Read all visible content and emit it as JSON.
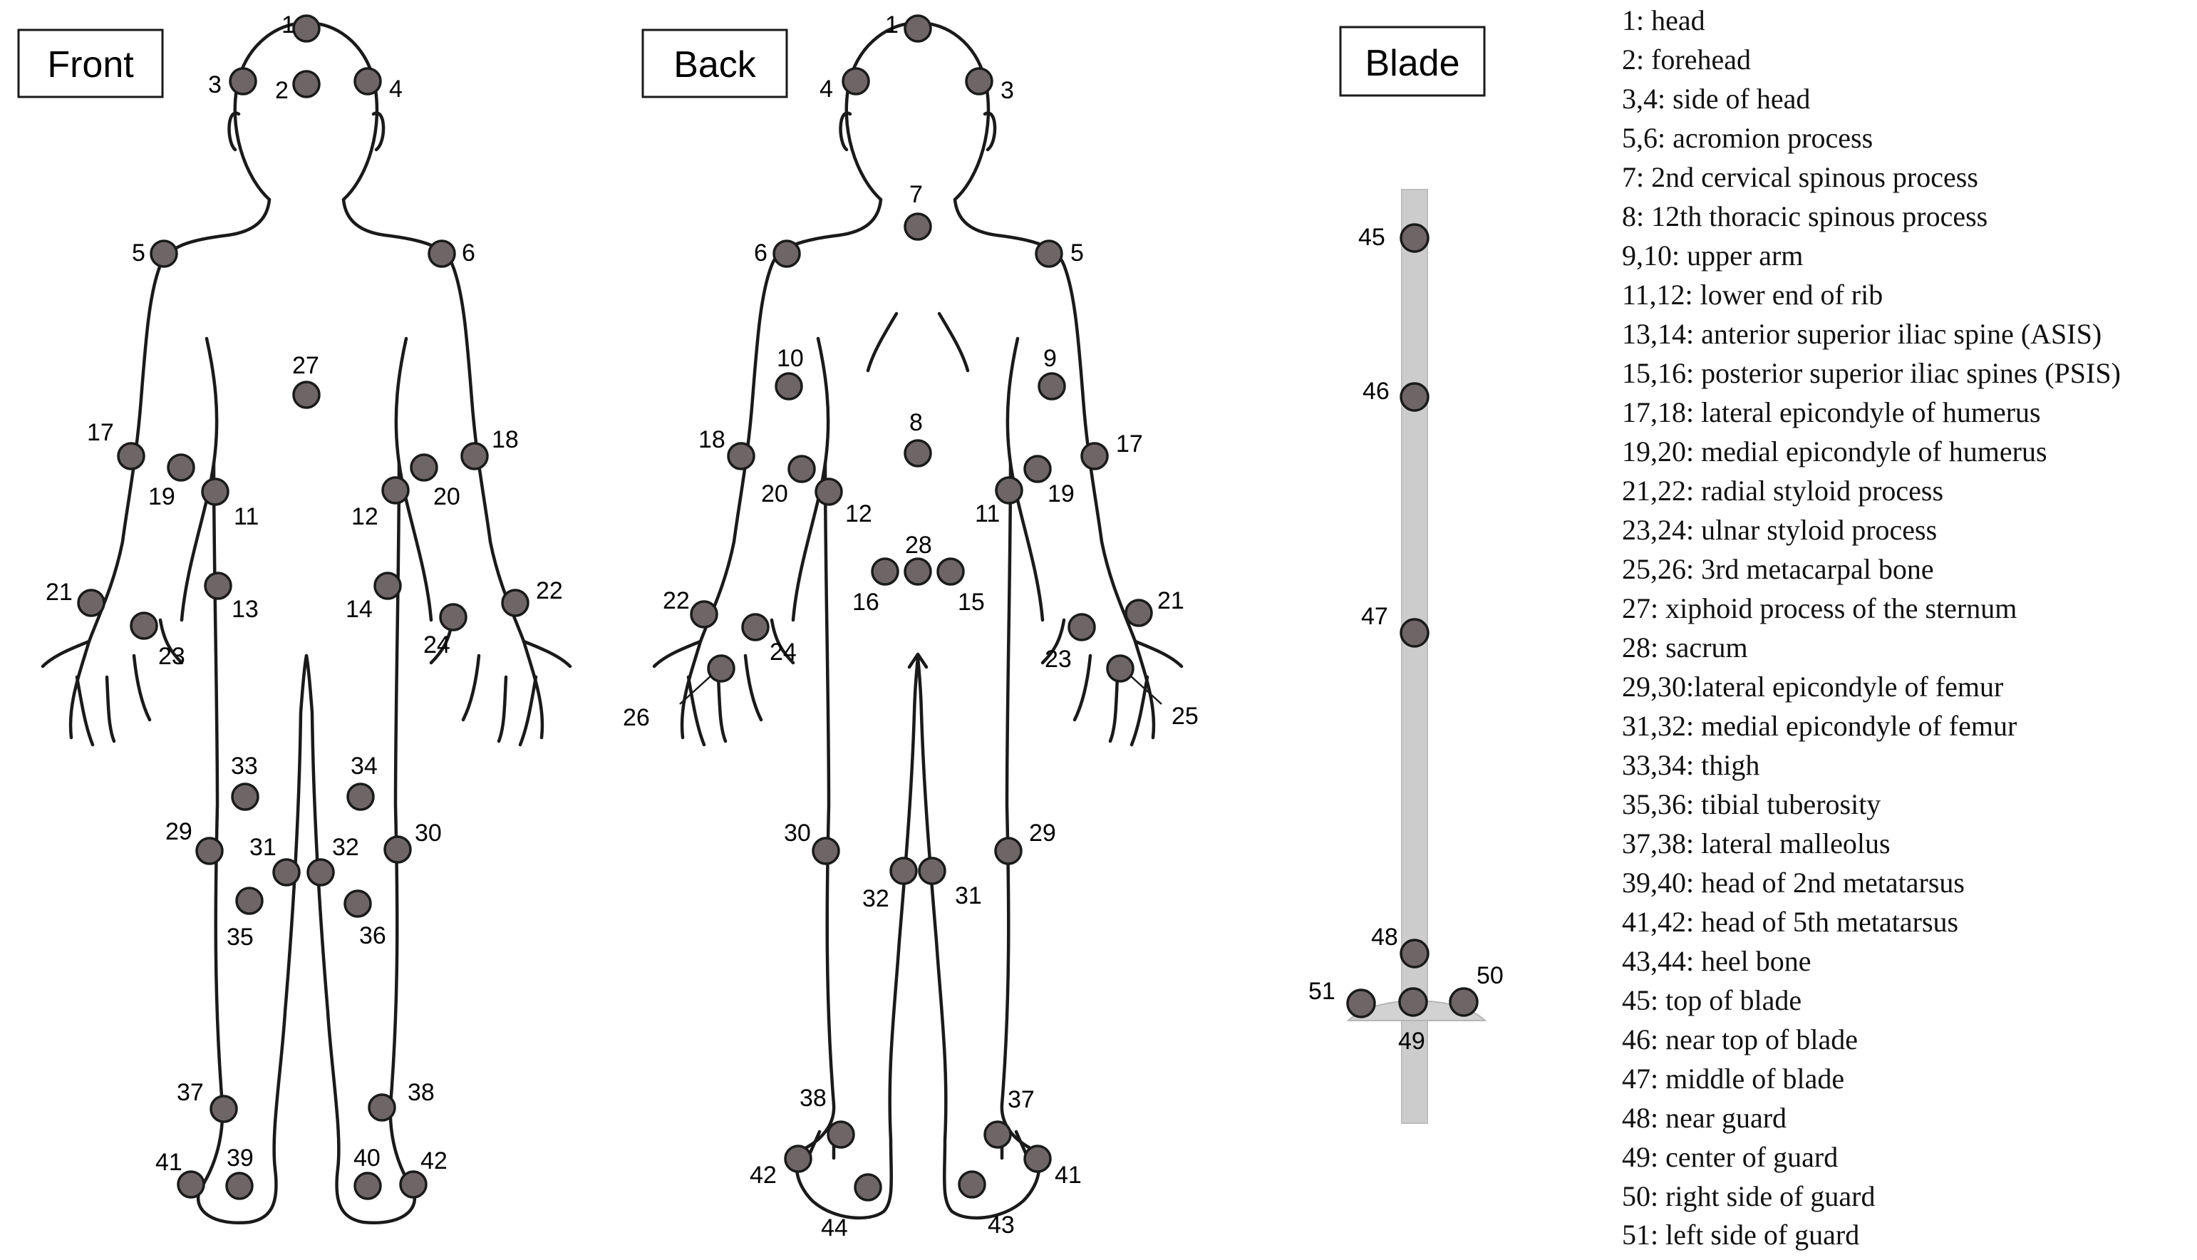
{
  "titles": {
    "front": "Front",
    "back": "Back",
    "blade": "Blade"
  },
  "colors": {
    "marker_fill": "#6e6666",
    "marker_stroke": "#1a1a1a",
    "blade_fill": "#cccccc",
    "outline": "#1a1a1a"
  },
  "markers": {
    "front": [
      "1",
      "2",
      "3",
      "4",
      "5",
      "6",
      "27",
      "17",
      "18",
      "19",
      "20",
      "11",
      "12",
      "13",
      "14",
      "21",
      "22",
      "23",
      "24",
      "33",
      "34",
      "29",
      "30",
      "31",
      "32",
      "35",
      "36",
      "37",
      "38",
      "41",
      "39",
      "40",
      "42"
    ],
    "back": [
      "1",
      "4",
      "3",
      "7",
      "6",
      "5",
      "10",
      "9",
      "8",
      "18",
      "17",
      "20",
      "19",
      "12",
      "11",
      "28",
      "16",
      "15",
      "22",
      "21",
      "24",
      "23",
      "26",
      "25",
      "30",
      "29",
      "32",
      "31",
      "38",
      "37",
      "42",
      "41",
      "44",
      "43"
    ],
    "blade": [
      "45",
      "46",
      "47",
      "48",
      "51",
      "50",
      "49"
    ]
  },
  "legend": [
    "1: head",
    "2: forehead",
    "3,4: side of head",
    "5,6: acromion process",
    "7: 2nd cervical spinous process",
    "8: 12th thoracic spinous process",
    "9,10: upper arm",
    "11,12: lower end of rib",
    "13,14: anterior superior iliac spine (ASIS)",
    "15,16: posterior superior iliac spines (PSIS)",
    "17,18: lateral epicondyle of humerus",
    "19,20: medial epicondyle of humerus",
    "21,22: radial styloid process",
    "23,24: ulnar styloid process",
    "25,26: 3rd metacarpal bone",
    "27: xiphoid process of the sternum",
    "28: sacrum",
    "29,30:lateral epicondyle of femur",
    "31,32: medial epicondyle of femur",
    "33,34: thigh",
    "35,36: tibial tuberosity",
    "37,38: lateral malleolus",
    "39,40: head of 2nd metatarsus",
    "41,42: head of 5th metatarsus",
    "43,44: heel bone",
    "45: top of blade",
    "46: near top of blade",
    "47: middle of blade",
    "48: near guard",
    "49: center of guard",
    "50: right side of guard",
    "51: left side of guard"
  ]
}
